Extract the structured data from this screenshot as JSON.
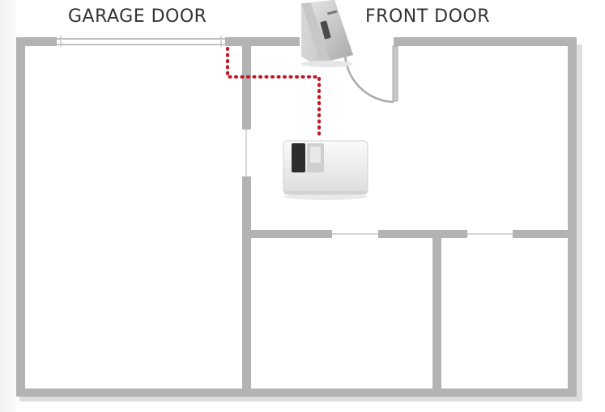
{
  "labels": {
    "garage_door": "GARAGE DOOR",
    "front_door": "FRONT DOOR"
  },
  "colors": {
    "wall": "#b3b3b3",
    "wall_shadow": "#dddddd",
    "door_line": "#aaaaaa",
    "wiring": "#c21622",
    "label_text": "#333333"
  },
  "devices": {
    "fingerprint_reader": "fingerprint-reader-device",
    "control_unit": "control-unit-device"
  }
}
